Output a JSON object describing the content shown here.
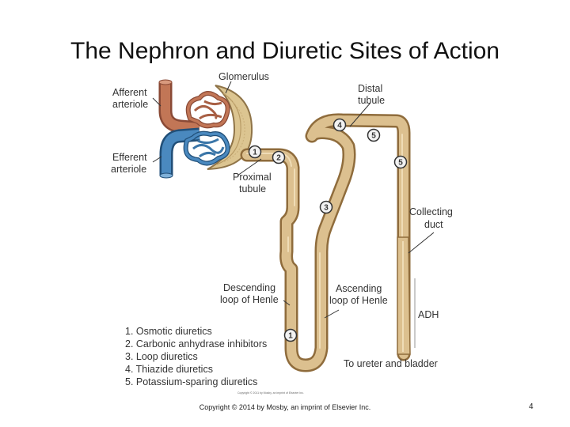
{
  "title": "The Nephron and Diuretic Sites of Action",
  "labels": {
    "glomerulus": "Glomerulus",
    "afferent_1": "Afferent",
    "afferent_2": "arteriole",
    "efferent_1": "Efferent",
    "efferent_2": "arteriole",
    "proximal_1": "Proximal",
    "proximal_2": "tubule",
    "distal_1": "Distal",
    "distal_2": "tubule",
    "collecting_1": "Collecting",
    "collecting_2": "duct",
    "descending_1": "Descending",
    "descending_2": "loop of Henle",
    "ascending_1": "Ascending",
    "ascending_2": "loop of Henle",
    "adh": "ADH",
    "ureter": "To ureter and bladder",
    "figure_credit": "Copyright © 2011 by Mosby, an imprint of Elsevier Inc."
  },
  "sites": {
    "s1": "1",
    "s2": "2",
    "s3": "3",
    "s4": "4",
    "s5": "5"
  },
  "legend": [
    "1. Osmotic diuretics",
    "2. Carbonic anhydrase inhibitors",
    "3. Loop diuretics",
    "4. Thiazide diuretics",
    "5. Potassium-sparing diuretics"
  ],
  "copyright": "Copyright © 2014 by Mosby, an imprint of Elsevier Inc.",
  "slide_number": "4",
  "colors": {
    "tubule": "#d9b98a",
    "tubule_edge": "#a07c4a",
    "afferent": "#b56a4e",
    "efferent": "#3f7fb4",
    "capsule": "#d8c28e"
  }
}
